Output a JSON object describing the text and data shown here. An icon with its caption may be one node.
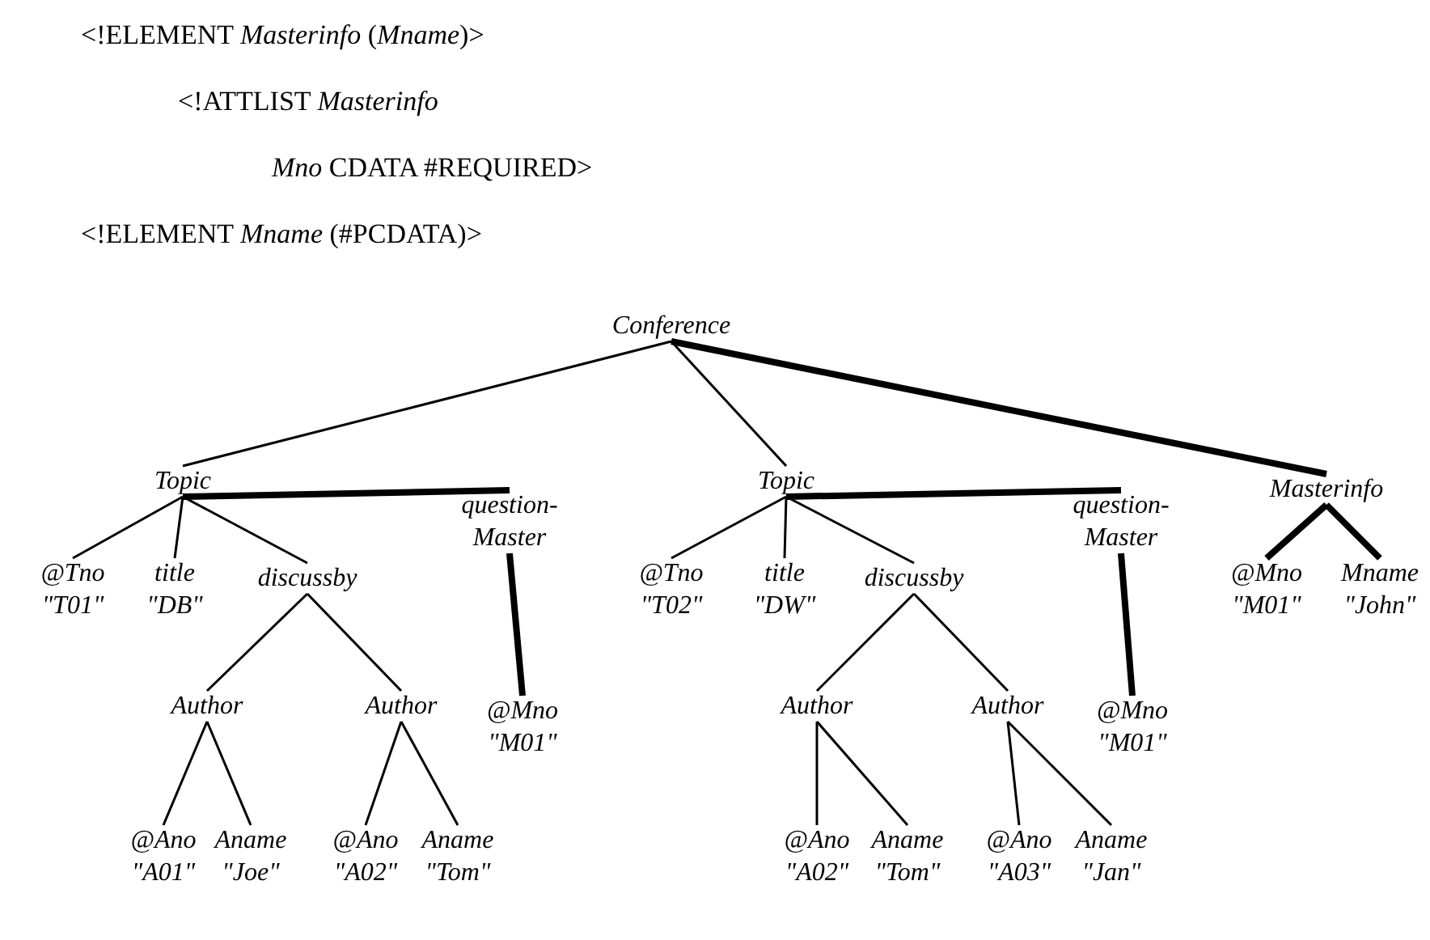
{
  "diagram": {
    "nodes": [
      {
        "text": [
          "Conference"
        ]
      },
      {
        "text": [
          "Topic"
        ]
      },
      {
        "text": [
          "Topic"
        ]
      },
      {
        "text": [
          "Masterinfo"
        ]
      },
      {
        "text": [
          "@Tno",
          "\"T01\""
        ]
      },
      {
        "text": [
          "title",
          "\"DB\""
        ]
      },
      {
        "text": [
          "discussby"
        ]
      },
      {
        "text": [
          "question-Master"
        ]
      },
      {
        "text": [
          "@Tno",
          "\"T02\""
        ]
      },
      {
        "text": [
          "title",
          "\"DW\""
        ]
      },
      {
        "text": [
          "discussby"
        ]
      },
      {
        "text": [
          "question-Master"
        ]
      },
      {
        "text": [
          "@Mno",
          "\"M01\""
        ]
      },
      {
        "text": [
          "Mname",
          "\"John\""
        ]
      },
      {
        "text": [
          "Author"
        ]
      },
      {
        "text": [
          "Author"
        ]
      },
      {
        "text": [
          "@Mno",
          "\"M01\""
        ]
      },
      {
        "text": [
          "Author"
        ]
      },
      {
        "text": [
          "Author"
        ]
      },
      {
        "text": [
          "@Mno",
          "\"M01\""
        ]
      },
      {
        "text": [
          "@Ano",
          "\"A01\""
        ]
      },
      {
        "text": [
          "Aname",
          "\"Joe\""
        ]
      },
      {
        "text": [
          "@Ano",
          "\"A02\""
        ]
      },
      {
        "text": [
          "Aname",
          "\"Tom\""
        ]
      },
      {
        "text": [
          "@Ano",
          "\"A02\""
        ]
      },
      {
        "text": [
          "Aname",
          "\"Tom\""
        ]
      },
      {
        "text": [
          "@Ano",
          "\"A03\""
        ]
      },
      {
        "text": [
          "Aname",
          "\"Jan\""
        ]
      }
    ],
    "edges": [
      {
        "from": 0,
        "to": 1,
        "arrow": "none"
      },
      {
        "from": 0,
        "to": 2,
        "arrow": "none"
      },
      {
        "from": 0,
        "to": 3,
        "arrow": "none",
        "style": "thick"
      },
      {
        "from": 1,
        "to": 4,
        "arrow": "none"
      },
      {
        "from": 1,
        "to": 5,
        "arrow": "none"
      },
      {
        "from": 1,
        "to": 6,
        "arrow": "none"
      },
      {
        "from": 1,
        "to": 7,
        "arrow": "none",
        "style": "thick"
      },
      {
        "from": 2,
        "to": 8,
        "arrow": "none"
      },
      {
        "from": 2,
        "to": 9,
        "arrow": "none"
      },
      {
        "from": 2,
        "to": 10,
        "arrow": "none"
      },
      {
        "from": 2,
        "to": 11,
        "arrow": "none",
        "style": "thick"
      },
      {
        "from": 3,
        "to": 12,
        "arrow": "none",
        "style": "thick"
      },
      {
        "from": 3,
        "to": 13,
        "arrow": "none",
        "style": "thick"
      },
      {
        "from": 6,
        "to": 14,
        "arrow": "none"
      },
      {
        "from": 6,
        "to": 15,
        "arrow": "none"
      },
      {
        "from": 7,
        "to": 16,
        "arrow": "none",
        "style": "thick"
      },
      {
        "from": 10,
        "to": 17,
        "arrow": "none"
      },
      {
        "from": 10,
        "to": 18,
        "arrow": "none"
      },
      {
        "from": 11,
        "to": 19,
        "arrow": "none",
        "style": "thick"
      },
      {
        "from": 14,
        "to": 20,
        "arrow": "none"
      },
      {
        "from": 14,
        "to": 21,
        "arrow": "none"
      },
      {
        "from": 15,
        "to": 22,
        "arrow": "none"
      },
      {
        "from": 15,
        "to": 23,
        "arrow": "none"
      },
      {
        "from": 17,
        "to": 24,
        "arrow": "none"
      },
      {
        "from": 17,
        "to": 25,
        "arrow": "none"
      },
      {
        "from": 18,
        "to": 26,
        "arrow": "none"
      },
      {
        "from": 18,
        "to": 27,
        "arrow": "none"
      }
    ],
    "labels": [
      "<!ELEMENT *Masterinfo* (*Mname*)>",
      "<!ATTLIST *Masterinfo*",
      "*Mno* CDATA #REQUIRED>",
      "<!ELEMENT *Mname* (#PCDATA)>"
    ]
  }
}
